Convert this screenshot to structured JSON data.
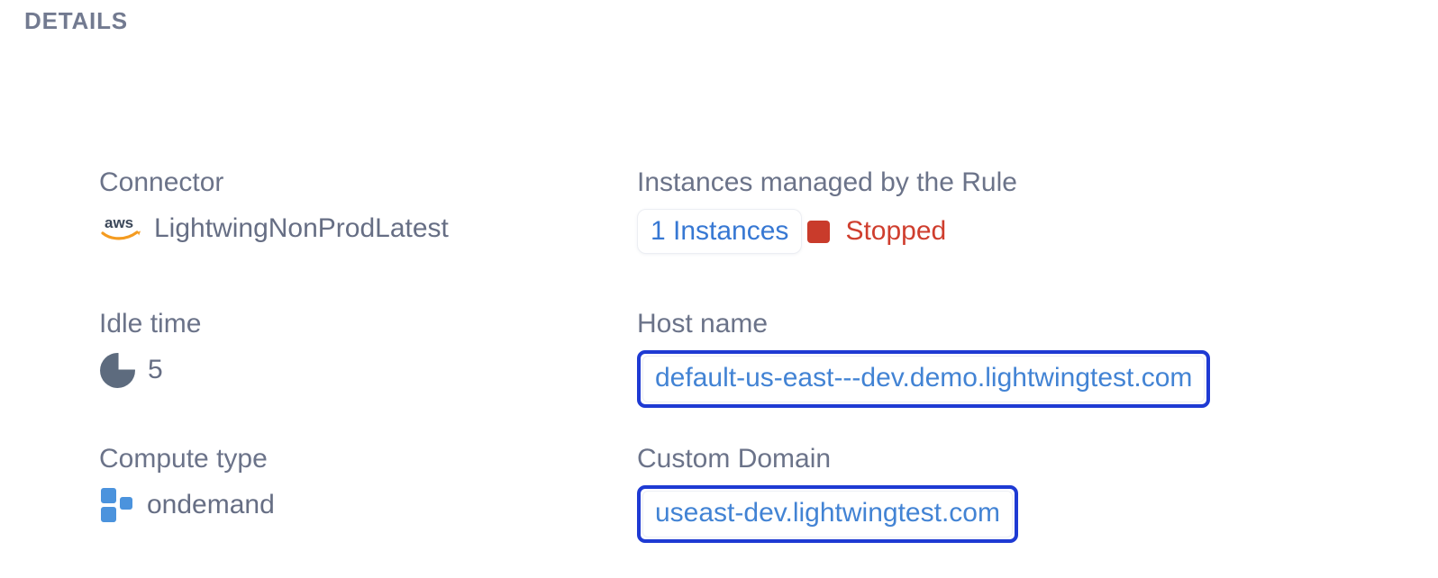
{
  "page": {
    "title": "DETAILS"
  },
  "colors": {
    "label_gray": "#6b7389",
    "value_gray": "#666e84",
    "link_blue": "#3778d3",
    "focus_border_blue": "#1e3ad3",
    "status_red": "#cf3e2e",
    "aws_navy": "#3b4759",
    "aws_orange": "#f49b20",
    "compute_blue": "#4b93dd",
    "pie_slate": "#5d6b7e"
  },
  "fields": {
    "connector": {
      "label": "Connector",
      "value": "LightwingNonProdLatest",
      "icon": "aws-icon"
    },
    "instances": {
      "label": "Instances managed by the Rule",
      "link_text": "1 Instances",
      "status": "Stopped"
    },
    "idle_time": {
      "label": "Idle time",
      "value": "5",
      "icon": "pie-chart-icon"
    },
    "host_name": {
      "label": "Host name",
      "value": "default-us-east---dev.demo.lightwingtest.com"
    },
    "compute_type": {
      "label": "Compute type",
      "value": "ondemand",
      "icon": "compute-squares-icon"
    },
    "custom_domain": {
      "label": "Custom Domain",
      "value": "useast-dev.lightwingtest.com"
    }
  }
}
